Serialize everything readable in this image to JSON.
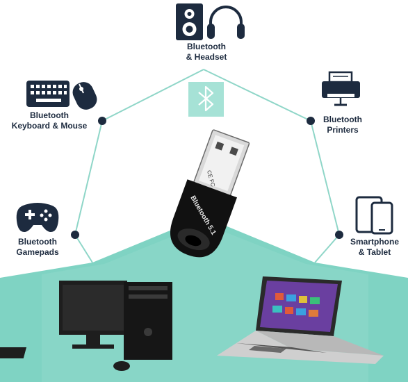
{
  "colors": {
    "navy": "#1d2b3f",
    "teal": "#7fd3c3",
    "teal_light": "#a6e2d6",
    "line": "#8fd6c8"
  },
  "nodes": [
    {
      "id": "headset",
      "line1": "Bluetooth",
      "line2": "& Headset",
      "icon": "speaker-headphones-icon"
    },
    {
      "id": "keyboard",
      "line1": "Bluetooth",
      "line2": "Keyboard & Mouse",
      "icon": "keyboard-mouse-icon"
    },
    {
      "id": "printers",
      "line1": "Bluetooth",
      "line2": "Printers",
      "icon": "printer-icon"
    },
    {
      "id": "gamepads",
      "line1": "Bluetooth",
      "line2": "Gamepads",
      "icon": "gamepad-icon"
    },
    {
      "id": "phone",
      "line1": "Smartphone",
      "line2": "& Tablet",
      "icon": "phone-tablet-icon"
    }
  ],
  "adapter": {
    "label": "Bluetooth 5.1",
    "marks": "CE FC"
  },
  "bluetooth_badge": {
    "icon": "bluetooth-icon"
  }
}
